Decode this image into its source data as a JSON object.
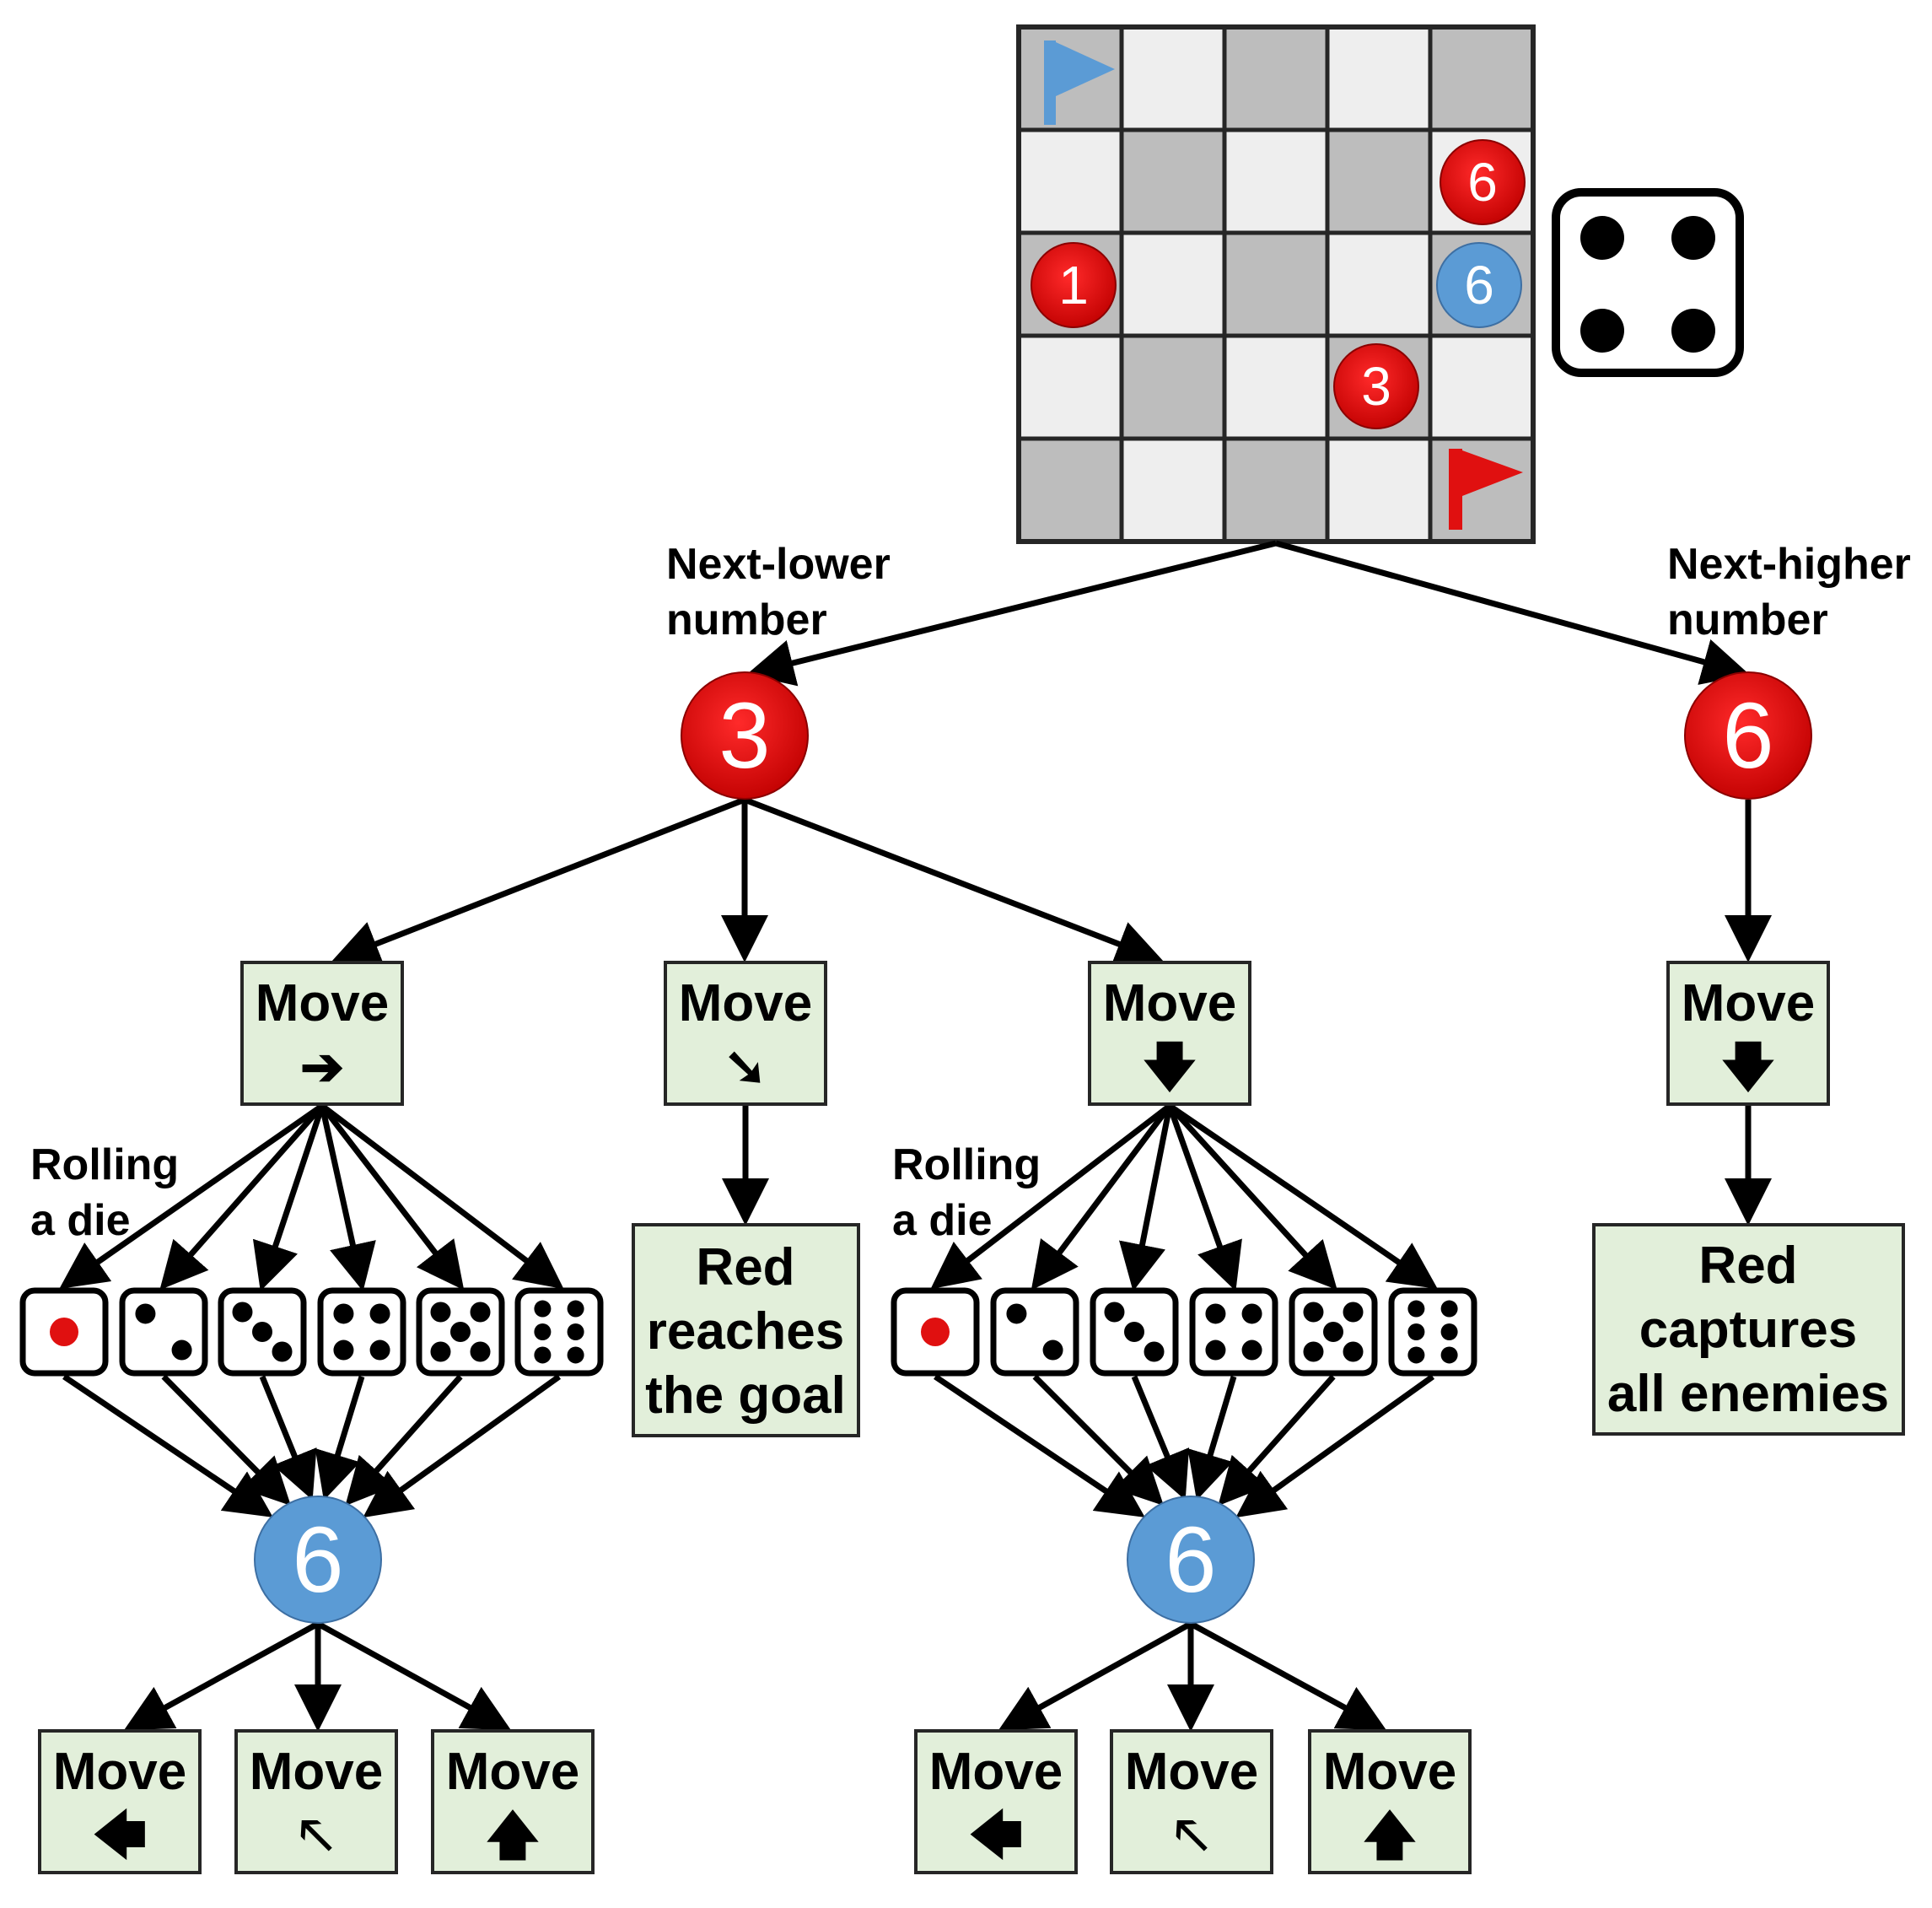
{
  "board": {
    "pieces": [
      {
        "label": "6",
        "team": "red"
      },
      {
        "label": "1",
        "team": "red"
      },
      {
        "label": "6",
        "team": "blue"
      },
      {
        "label": "3",
        "team": "red"
      }
    ],
    "flags": [
      "blue-flag",
      "red-flag"
    ],
    "dice_value": 4
  },
  "labels": {
    "next_lower": [
      "Next-lower",
      "number"
    ],
    "next_higher": [
      "Next-higher",
      "number"
    ],
    "rolling_left": [
      "Rolling",
      "a die"
    ],
    "rolling_right": [
      "Rolling",
      "a die"
    ]
  },
  "nodes": {
    "red3": "3",
    "red6": "6",
    "blue6_left": "6",
    "blue6_right": "6"
  },
  "moves": {
    "move_word": "Move",
    "right": {
      "arrow": "➔"
    },
    "down_right": {
      "arrow": "➘"
    },
    "down": {
      "arrow": "🡇"
    },
    "left": {
      "arrow": "🡄"
    },
    "up_left": {
      "arrow": "🡔"
    },
    "up": {
      "arrow": "🡅"
    }
  },
  "outcomes": {
    "red_goal": [
      "Red",
      "reaches",
      "the goal"
    ],
    "red_capture": [
      "Red",
      "captures",
      "all enemies"
    ]
  },
  "dice_faces": [
    1,
    2,
    3,
    4,
    5,
    6
  ],
  "colors": {
    "red": "#e01010",
    "blue": "#5b9bd5",
    "box_fill": "#e2efda",
    "board_dark": "#bdbdbd",
    "board_light": "#eeeeee"
  }
}
